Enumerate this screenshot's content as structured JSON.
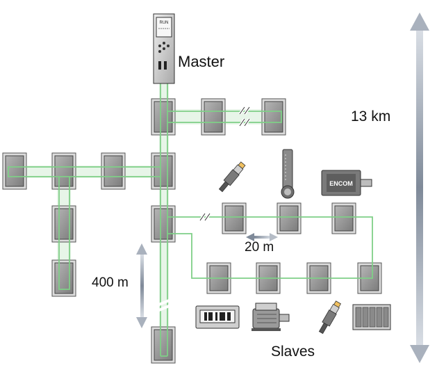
{
  "labels": {
    "master": "Master",
    "total_range": "13 km",
    "segment_length": "400 m",
    "station_spacing": "20 m",
    "slaves": "Slaves"
  },
  "master_display_text": "RUN",
  "motor_brand_text": "ENCOM",
  "colors": {
    "cable": "#7fcf87",
    "segment_fill": "#e7f5e8",
    "device_fill": "#9a9a9a",
    "device_frame": "#d9d9d9",
    "arrow": "#8a96a6"
  }
}
